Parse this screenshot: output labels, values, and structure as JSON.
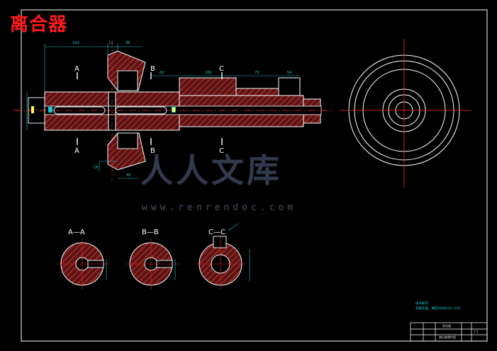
{
  "title": "离合器",
  "watermark": {
    "text": "人人文库",
    "url": "www.renrendoc.com"
  },
  "section_labels": {
    "a_top": "A",
    "a_bottom": "A",
    "b_top": "B",
    "b_bottom": "B",
    "c_top": "C",
    "c_bottom": "C",
    "view_a": "A—A",
    "view_b": "B—B",
    "view_c": "C—C"
  },
  "dimensions": {
    "d100": "100",
    "d13": "13",
    "d48": "48",
    "d60": "60",
    "d180": "180",
    "d75": "75",
    "d54": "54",
    "d45": "45",
    "d18": "18"
  },
  "tech_notes": {
    "line1": "技术要求",
    "line2": "调质处理，硬度为HB220~250"
  },
  "title_block": {
    "part_name": "离合器",
    "drawing_name": "输出轴零件图",
    "ratio": "1:1"
  },
  "colors": {
    "outline": "#ffffff",
    "hatch": "#c83232",
    "dimension": "#19c8d0",
    "center": "#ff2020",
    "title": "#ff1a1a"
  }
}
